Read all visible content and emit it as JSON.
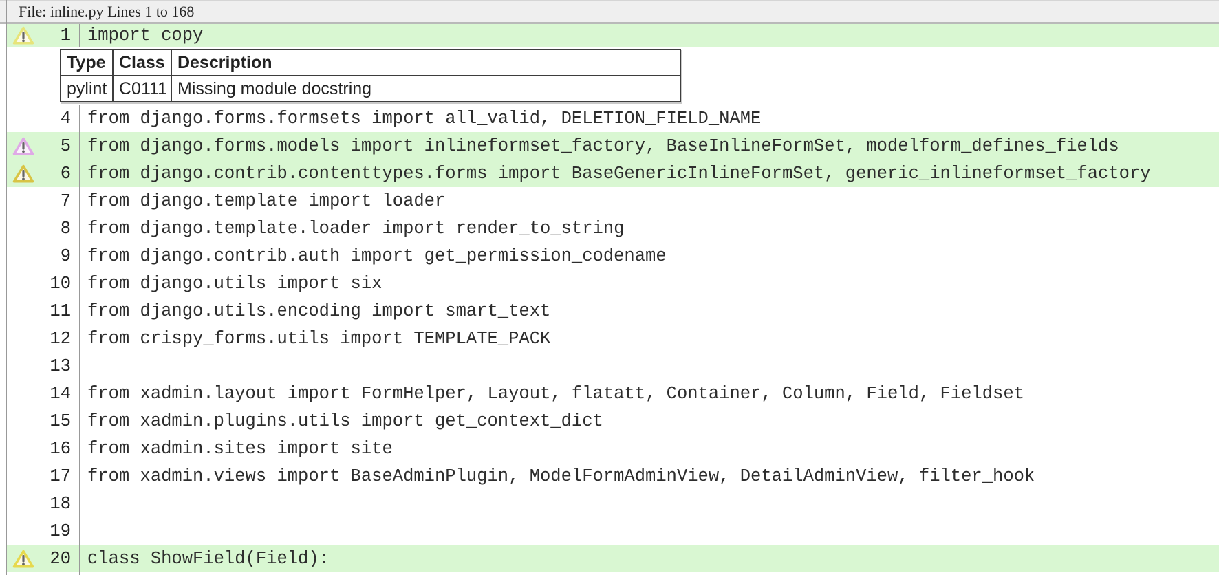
{
  "header": {
    "title": "File: inline.py Lines 1 to 168"
  },
  "colors": {
    "highlight_row": "#d9f7d2",
    "header_bg": "#efefef",
    "header_border": "#b9b9b9",
    "column_border": "#999999",
    "code_text": "#2d2d2d",
    "violation_table_border": "#3d3d3d",
    "icon_exclamation": "#666666"
  },
  "icon_styles": {
    "yellow-light": {
      "stroke": "#e7e47a",
      "fill": "#fcfbea"
    },
    "plum": {
      "stroke": "#dfa9e6",
      "fill": "#fbf3fc"
    },
    "gold": {
      "stroke": "#d8c445",
      "fill": "#fbf7e6"
    },
    "yellow": {
      "stroke": "#e6d94e",
      "fill": "#fcf9e4"
    }
  },
  "violations_columns": [
    "Type",
    "Class",
    "Description"
  ],
  "code_lines": [
    {
      "line": "1",
      "code": "import copy",
      "highlighted": true,
      "icon": "yellow-light",
      "violations": [
        [
          "pylint",
          "C0111",
          "Missing module docstring"
        ]
      ]
    },
    {
      "line": "4",
      "code": "from django.forms.formsets import all_valid, DELETION_FIELD_NAME",
      "highlighted": false,
      "icon": null
    },
    {
      "line": "5",
      "code": "from django.forms.models import inlineformset_factory, BaseInlineFormSet, modelform_defines_fields",
      "highlighted": true,
      "icon": "plum"
    },
    {
      "line": "6",
      "code": "from django.contrib.contenttypes.forms import BaseGenericInlineFormSet, generic_inlineformset_factory",
      "highlighted": true,
      "icon": "gold"
    },
    {
      "line": "7",
      "code": "from django.template import loader",
      "highlighted": false,
      "icon": null
    },
    {
      "line": "8",
      "code": "from django.template.loader import render_to_string",
      "highlighted": false,
      "icon": null
    },
    {
      "line": "9",
      "code": "from django.contrib.auth import get_permission_codename",
      "highlighted": false,
      "icon": null
    },
    {
      "line": "10",
      "code": "from django.utils import six",
      "highlighted": false,
      "icon": null
    },
    {
      "line": "11",
      "code": "from django.utils.encoding import smart_text",
      "highlighted": false,
      "icon": null
    },
    {
      "line": "12",
      "code": "from crispy_forms.utils import TEMPLATE_PACK",
      "highlighted": false,
      "icon": null
    },
    {
      "line": "13",
      "code": "",
      "highlighted": false,
      "icon": null
    },
    {
      "line": "14",
      "code": "from xadmin.layout import FormHelper, Layout, flatatt, Container, Column, Field, Fieldset",
      "highlighted": false,
      "icon": null
    },
    {
      "line": "15",
      "code": "from xadmin.plugins.utils import get_context_dict",
      "highlighted": false,
      "icon": null
    },
    {
      "line": "16",
      "code": "from xadmin.sites import site",
      "highlighted": false,
      "icon": null
    },
    {
      "line": "17",
      "code": "from xadmin.views import BaseAdminPlugin, ModelFormAdminView, DetailAdminView, filter_hook",
      "highlighted": false,
      "icon": null
    },
    {
      "line": "18",
      "code": "",
      "highlighted": false,
      "icon": null
    },
    {
      "line": "19",
      "code": "",
      "highlighted": false,
      "icon": null
    },
    {
      "line": "20",
      "code": "class ShowField(Field):",
      "highlighted": true,
      "icon": "yellow"
    }
  ]
}
